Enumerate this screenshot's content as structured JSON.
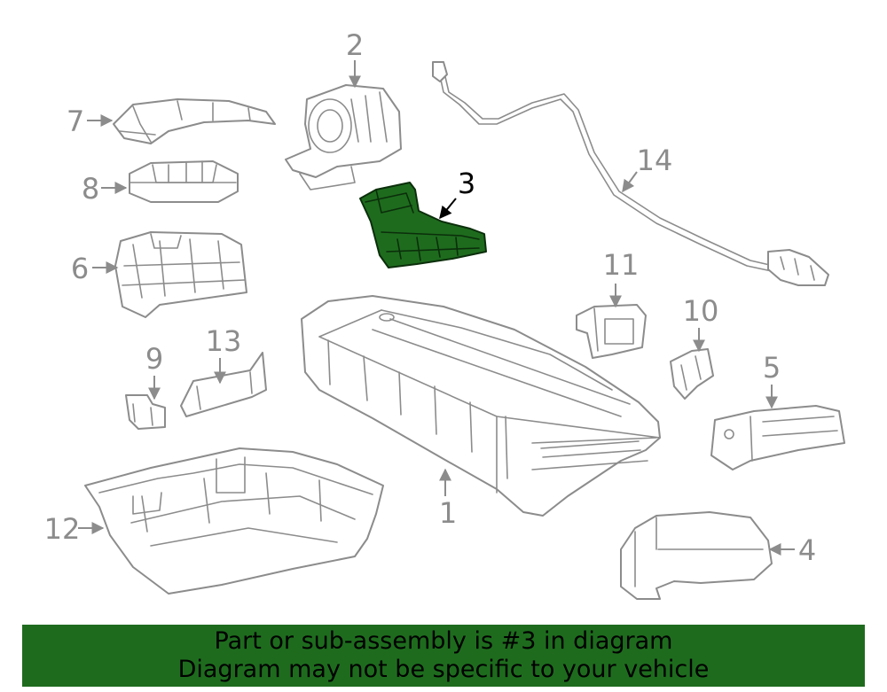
{
  "diagram": {
    "highlight_color": "#1e6b1e",
    "line_color": "#8c8c8c",
    "highlighted_part": "3",
    "callouts": [
      {
        "id": "c1",
        "label": "1"
      },
      {
        "id": "c2",
        "label": "2"
      },
      {
        "id": "c3",
        "label": "3"
      },
      {
        "id": "c4",
        "label": "4"
      },
      {
        "id": "c5",
        "label": "5"
      },
      {
        "id": "c6",
        "label": "6"
      },
      {
        "id": "c7",
        "label": "7"
      },
      {
        "id": "c8",
        "label": "8"
      },
      {
        "id": "c9",
        "label": "9"
      },
      {
        "id": "c10",
        "label": "10"
      },
      {
        "id": "c11",
        "label": "11"
      },
      {
        "id": "c12",
        "label": "12"
      },
      {
        "id": "c13",
        "label": "13"
      },
      {
        "id": "c14",
        "label": "14"
      }
    ]
  },
  "banner": {
    "line1": "Part or sub-assembly is #3 in diagram",
    "line2": "Diagram may not be specific to your vehicle",
    "background": "#1e6b1e"
  }
}
